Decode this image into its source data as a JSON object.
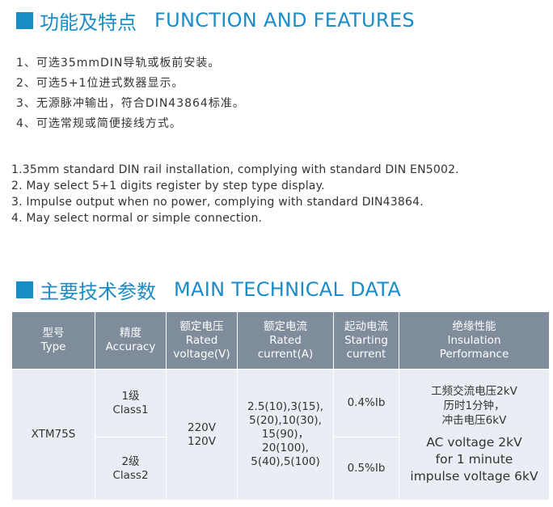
{
  "features": {
    "title_cn": "功能及特点",
    "title_en": "FUNCTION AND FEATURES",
    "cn_items": [
      "1、可选35mmDIN导轨或板前安装。",
      "2、可选5+1位进式数器显示。",
      "3、无源脉冲输出，符合DIN43864标准。",
      "4、可选常规或简便接线方式。"
    ],
    "en_items": [
      "1.35mm standard DIN rail installation, complying with standard DIN EN5002.",
      "2. May select 5+1 digits register by step type display.",
      "3. Impulse output when no power, complying with standard DIN43864.",
      "4. May select normal or simple connection."
    ]
  },
  "tech": {
    "title_cn": "主要技术参数",
    "title_en": "MAIN TECHNICAL DATA",
    "headers": {
      "type_cn": "型号",
      "type_en": "Type",
      "accuracy_cn": "精度",
      "accuracy_en": "Accuracy",
      "voltage_cn": "额定电压",
      "voltage_en1": "Rated",
      "voltage_en2": "voltage(V)",
      "current_cn": "额定电流",
      "current_en1": "Rated",
      "current_en2": "current(A)",
      "starting_cn": "起动电流",
      "starting_en1": "Starting",
      "starting_en2": "current",
      "insulation_cn": "绝缘性能",
      "insulation_en1": "Insulation",
      "insulation_en2": "Performance"
    },
    "row": {
      "type": "XTM75S",
      "class1_cn": "1级",
      "class1_en": "Class1",
      "class2_cn": "2级",
      "class2_en": "Class2",
      "voltage1": "220V",
      "voltage2": "120V",
      "current_lines": [
        "2.5(10),3(15),",
        "5(20),10(30),",
        "15(90)，20(100),",
        "5(40),5(100)"
      ],
      "start1": "0.4%Ib",
      "start2": "0.5%Ib",
      "ins_cn_lines": [
        "工频交流电压2kV",
        "历时1分钟，",
        "冲击电压6kV"
      ],
      "ins_en_lines": [
        "AC voltage 2kV",
        "for 1 minute",
        "impulse voltage 6kV"
      ]
    }
  },
  "colors": {
    "accent": "#1a8cc6",
    "header_bg": "#7f8c9c",
    "cell_bg": "#e9eef4"
  }
}
